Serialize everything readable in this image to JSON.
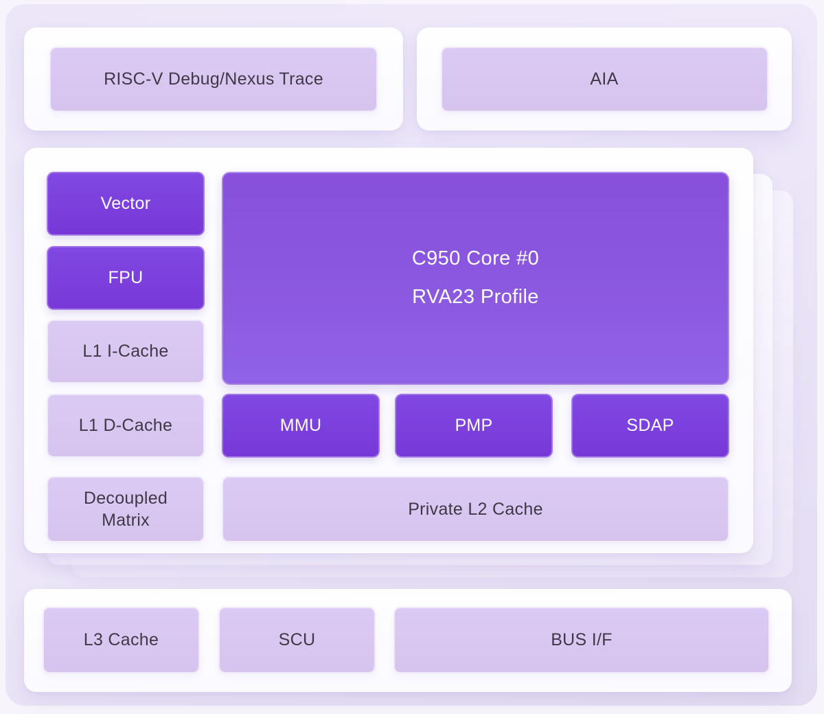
{
  "colors": {
    "panel_background": "#e9e2f6",
    "card_background": "#fdfdff",
    "block_dark": "#7c3fdd",
    "core_gradient_start": "#8850db",
    "core_gradient_end": "#8f62e6",
    "block_light": "#d9c8f2",
    "text_on_light": "#3f3947",
    "text_on_dark": "#ffffff"
  },
  "top_row": {
    "debug_card": {
      "label": "RISC-V Debug/Nexus Trace"
    },
    "aia_card": {
      "label": "AIA"
    }
  },
  "core_cluster": {
    "stacked_cards_behind": 2,
    "core": {
      "line1": "C950 Core #0",
      "line2": "RVA23 Profile"
    },
    "left_column": {
      "vector": "Vector",
      "fpu": "FPU",
      "l1_icache": "L1 I-Cache",
      "l1_dcache": "L1 D-Cache",
      "decoupled_matrix": {
        "line1": "Decoupled",
        "line2": "Matrix"
      }
    },
    "mmu": "MMU",
    "pmp": "PMP",
    "sdap": "SDAP",
    "l2_cache": "Private L2 Cache"
  },
  "bottom_row": {
    "l3_cache": "L3 Cache",
    "scu": "SCU",
    "bus_if": "BUS I/F"
  }
}
